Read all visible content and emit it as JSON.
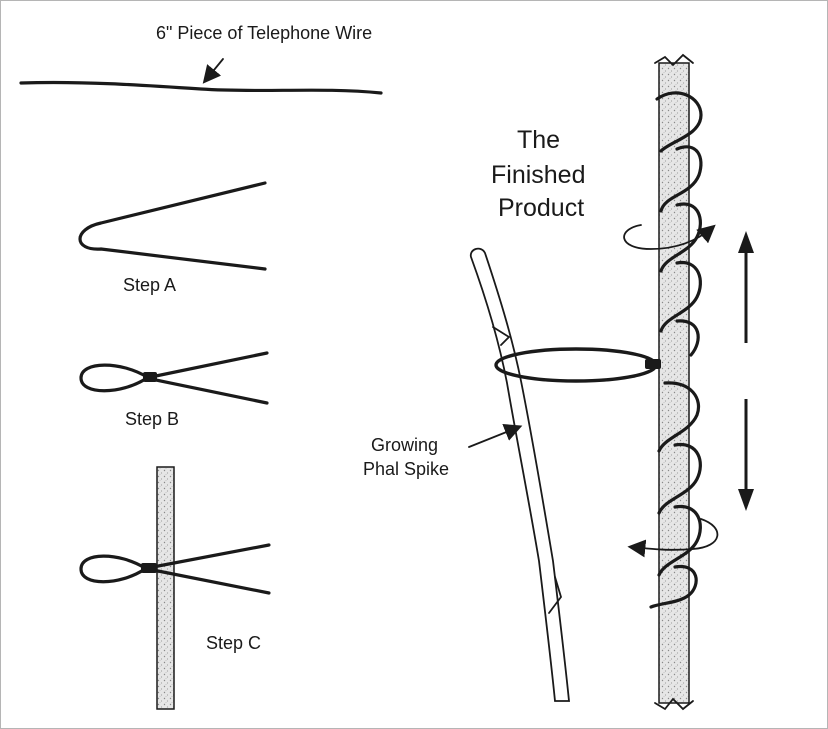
{
  "labels": {
    "wire_title": "6\" Piece of Telephone Wire",
    "step_a": "Step A",
    "step_b": "Step B",
    "step_c": "Step C",
    "finished_line1": "The",
    "finished_line2": "Finished",
    "finished_line3": "Product",
    "spike_line1": "Growing",
    "spike_line2": "Phal Spike"
  },
  "colors": {
    "ink": "#1a1a1a",
    "stake_fill": "#e4e4e4",
    "frame": "#b5b5b5"
  }
}
